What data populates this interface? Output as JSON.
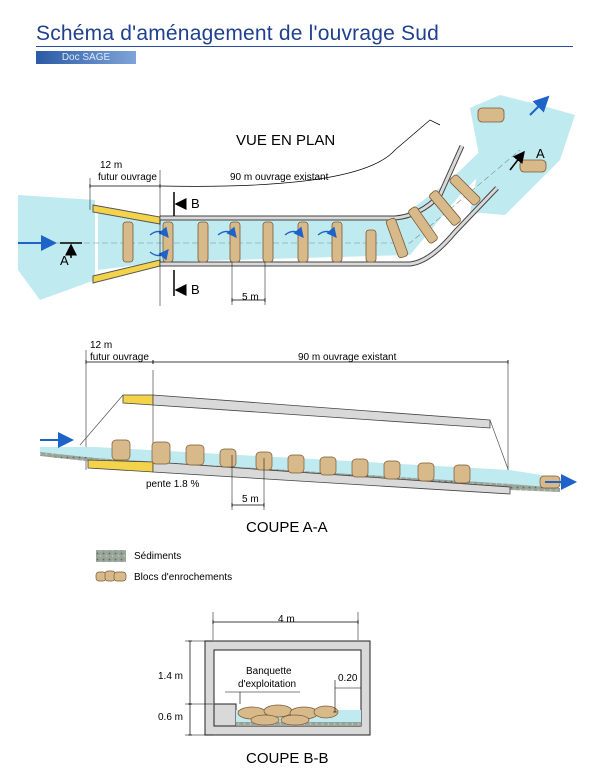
{
  "header": {
    "title": "Schéma d'aménagement de l'ouvrage Sud",
    "badge": "Doc SAGE"
  },
  "plan_view": {
    "title": "VUE EN PLAN",
    "future_length": "12 m",
    "future_label": "futur ouvrage",
    "existing_label": "90 m ouvrage existant",
    "spacing": "5 m",
    "section_a": "A",
    "section_b": "B"
  },
  "section_aa": {
    "title": "COUPE A-A",
    "future_length": "12 m",
    "future_label": "futur ouvrage",
    "existing_label": "90 m ouvrage existant",
    "slope": "pente 1.8 %",
    "spacing": "5 m"
  },
  "legend": {
    "items": [
      {
        "label": "Sédiments"
      },
      {
        "label": "Blocs d'enrochements"
      }
    ]
  },
  "section_bb": {
    "title": "COUPE B-B",
    "width": "4 m",
    "height_upper": "1.4 m",
    "height_lower": "0.6 m",
    "banquette": "Banquette\nd'exploitation",
    "banquette_line1": "Banquette",
    "banquette_line2": "d'exploitation",
    "offset": "0.20"
  },
  "colors": {
    "water": "#bfeaf0",
    "structure": "#d9d9d9",
    "future": "#f3d34a",
    "title": "#1f3f8f",
    "arrow": "#1e63c8"
  }
}
